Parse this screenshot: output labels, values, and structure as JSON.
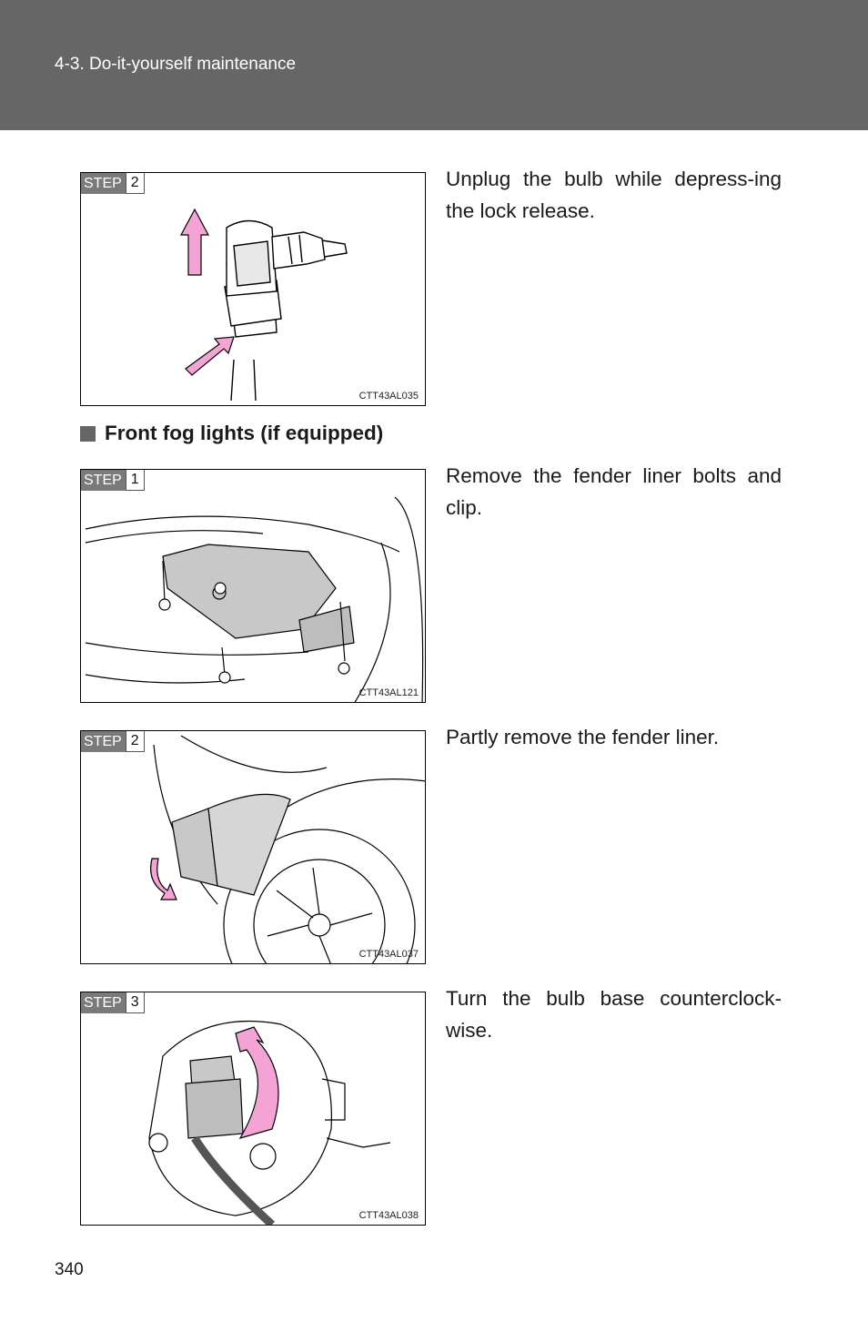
{
  "header": {
    "section": "4-3. Do-it-yourself maintenance"
  },
  "colors": {
    "header_bg": "#666666",
    "arrow": "#f4a4d4",
    "badge": "#7a7a7a"
  },
  "headlight_steps": [
    {
      "step_label": "STEP",
      "step_number": "2",
      "figure_code": "CTT43AL035",
      "text": "Unplug the bulb while depress-ing the lock release."
    }
  ],
  "fog_section": {
    "heading": "Front fog lights (if equipped)",
    "steps": [
      {
        "step_label": "STEP",
        "step_number": "1",
        "figure_code": "CTT43AL121",
        "text": "Remove the fender liner bolts and clip."
      },
      {
        "step_label": "STEP",
        "step_number": "2",
        "figure_code": "CTT43AL037",
        "text": "Partly remove the fender liner."
      },
      {
        "step_label": "STEP",
        "step_number": "3",
        "figure_code": "CTT43AL038",
        "text": "Turn the bulb base counterclock-wise."
      }
    ]
  },
  "page_number": "340"
}
